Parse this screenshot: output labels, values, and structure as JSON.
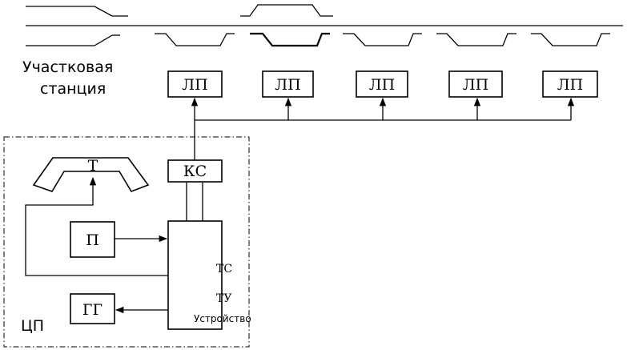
{
  "labels": {
    "station_line1": "Участковая",
    "station_line2": "станция",
    "lp": "ЛП",
    "ks": "КС",
    "t": "Т",
    "p": "П",
    "gg": "ГГ",
    "cp": "ЦП",
    "ts": "ТС",
    "tu": "ТУ",
    "device": "Устройство"
  },
  "colors": {
    "line": "#000000",
    "background": "#ffffff"
  }
}
